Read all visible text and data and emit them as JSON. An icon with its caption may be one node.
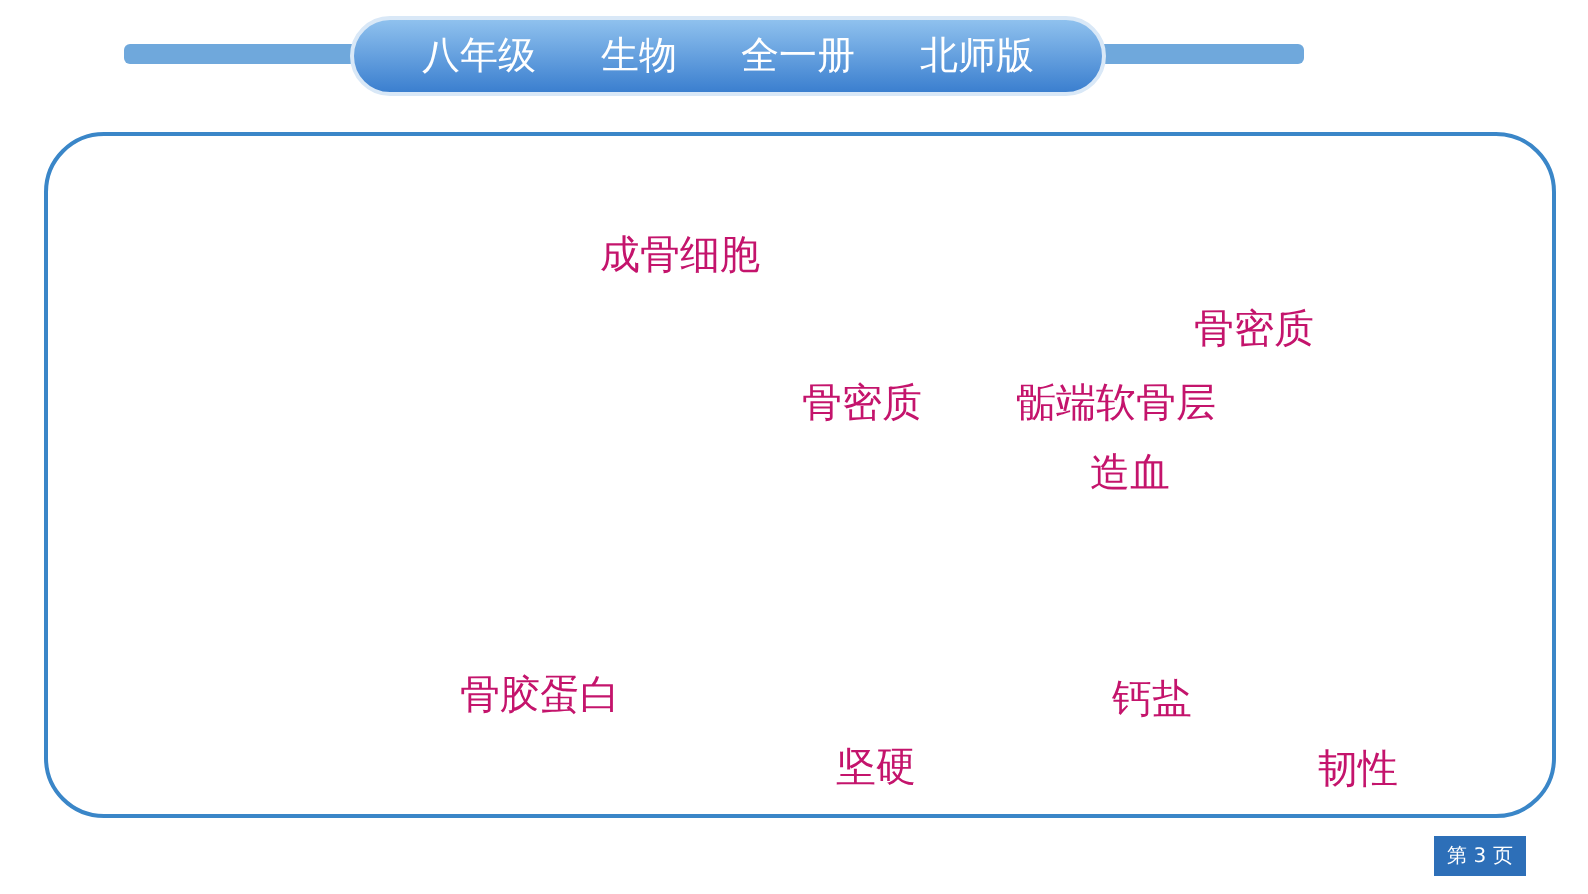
{
  "diagram": {
    "nodes": [
      {
        "text": [
          "八年级",
          "生物",
          "全一册",
          "北师版"
        ]
      },
      {
        "text": [
          "第 3 页"
        ]
      }
    ],
    "labels": [
      "成骨细胞",
      "骨密质",
      "骨密质",
      "骺端软骨层",
      "造血",
      "骨胶蛋白",
      "钙盐",
      "坚硬",
      "韧性"
    ]
  }
}
